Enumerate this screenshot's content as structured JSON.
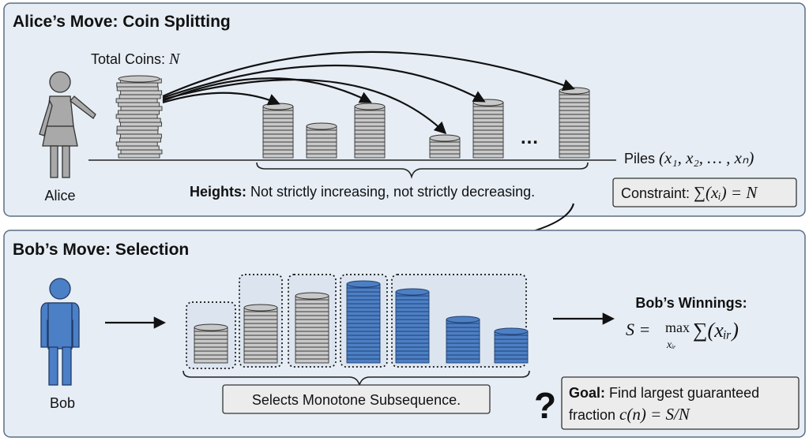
{
  "top_panel": {
    "title": "Alice’s Move: Coin Splitting",
    "total_coins_label": "Total Coins: ",
    "total_coins_var": "N",
    "alice_label": "Alice",
    "ellipsis": "…",
    "piles_label": "Piles ",
    "piles_math": "(x₁, x₂, … , xₙ)",
    "heights_label": "Heights:",
    "heights_text": " Not strictly increasing, not strictly decreasing.",
    "constraint_label": "Constraint: ",
    "constraint_math": "∑(xᵢ) = N"
  },
  "bottom_panel": {
    "title": "Bob’s Move: Selection",
    "bob_label": "Bob",
    "selects_label": "Selects Monotone Subsequence.",
    "winnings_label": "Bob’s Winnings:",
    "winnings_lhs": "S = ",
    "winnings_op": "max",
    "winnings_sub": "xᵢᵣ",
    "winnings_rhs": "∑(xᵢᵣ)",
    "question_mark": "?",
    "goal_label": "Goal:",
    "goal_text": " Find largest guaranteed",
    "goal_line2_text": "fraction ",
    "goal_line2_math": "c(n) = S/N"
  },
  "colors": {
    "panel_fill": "#e6edf5",
    "panel_stroke": "#5a6e86",
    "coin_gray": "#c8c8c8",
    "coin_blue": "#4d7fc4",
    "figure_gray": "#a9a9a9",
    "figure_blue": "#4b7fc6",
    "box_fill": "#ececec"
  }
}
